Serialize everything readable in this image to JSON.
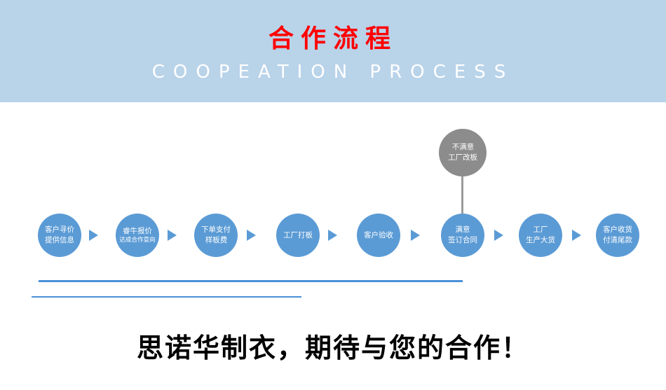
{
  "banner": {
    "title": "合作流程",
    "subtitle": "COOPEATION PROCESS",
    "bg_color": "#b9d3e9",
    "title_color": "#ff0000",
    "subtitle_color": "#ffffff"
  },
  "flow": {
    "node_color": "#5b9bd5",
    "alt_node_color": "#8c8c8c",
    "steps": [
      {
        "line1": "客户寻价",
        "line2": "提供信息"
      },
      {
        "line1": "睿牛报价",
        "line2": "达成合作意向"
      },
      {
        "line1": "下单支付",
        "line2": "样板费"
      },
      {
        "line1": "工厂打板",
        "line2": ""
      },
      {
        "line1": "客户验收",
        "line2": ""
      },
      {
        "line1": "满意",
        "line2": "签订合同"
      },
      {
        "line1": "工厂",
        "line2": "生产大货"
      },
      {
        "line1": "客户收货",
        "line2": "付清尾款"
      }
    ],
    "alt_node": {
      "line1": "不满意",
      "line2": "工厂改板"
    }
  },
  "footer": {
    "slogan": "思诺华制衣，期待与您的合作！"
  }
}
